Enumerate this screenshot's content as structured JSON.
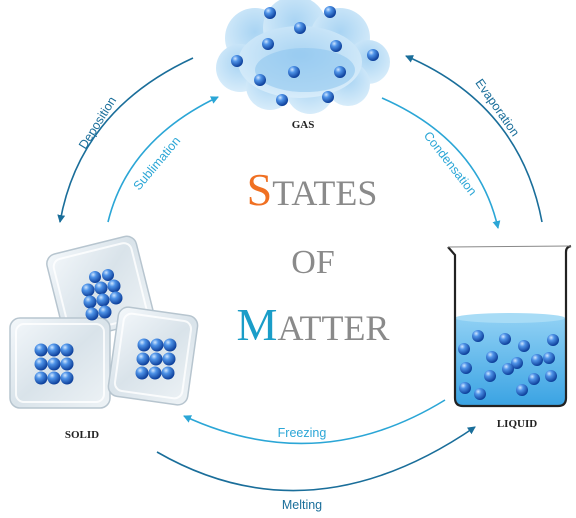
{
  "title": {
    "line1_initial": "S",
    "line1_rest": "TATES",
    "line2": "OF",
    "line3_initial": "M",
    "line3_rest": "ATTER"
  },
  "states": {
    "gas": "GAS",
    "solid": "SOLID",
    "liquid": "LIQUID"
  },
  "transitions": {
    "deposition": "Deposition",
    "sublimation": "Sublimation",
    "condensation": "Condensation",
    "evaporation": "Evaporation",
    "freezing": "Freezing",
    "melting": "Melting"
  },
  "colors": {
    "accent_orange": "#f07022",
    "accent_blue": "#1a9dc8",
    "title_gray": "#8a8a8a",
    "arrow_dark": "#1a6e9a",
    "arrow_light": "#2ba6d6",
    "particle_blue": "#1e6fd0",
    "cloud_blue": "#bfe0f7",
    "water_blue": "#5bb8ec"
  }
}
